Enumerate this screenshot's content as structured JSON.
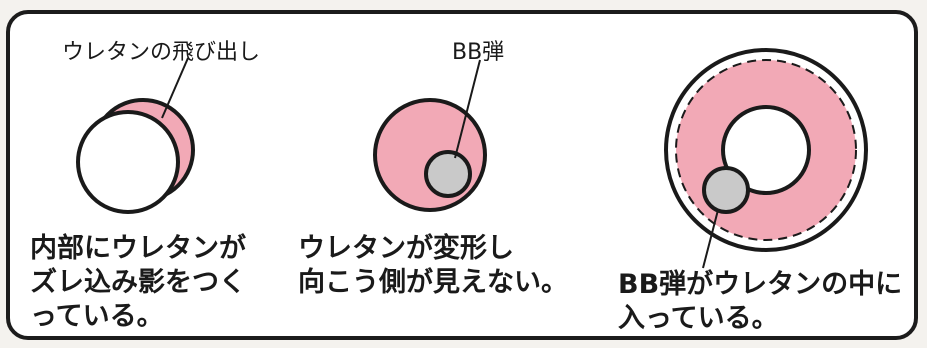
{
  "colors": {
    "pink": "#f2a9b6",
    "gray": "#c9c9c9",
    "outline": "#1a1a1a",
    "panel_bg": "#ffffff",
    "page_bg": "#f4f2ee"
  },
  "panels": [
    {
      "label": "ウレタンの飛び出し",
      "caption_lines": [
        "内部にウレタンが",
        "ズレ込み影をつく",
        "っている。"
      ]
    },
    {
      "label": "BB弾",
      "caption_lines": [
        "ウレタンが変形し",
        "向こう側が見えない。"
      ]
    },
    {
      "caption_lines": [
        "BB弾がウレタンの中に",
        "入っている。"
      ]
    }
  ]
}
